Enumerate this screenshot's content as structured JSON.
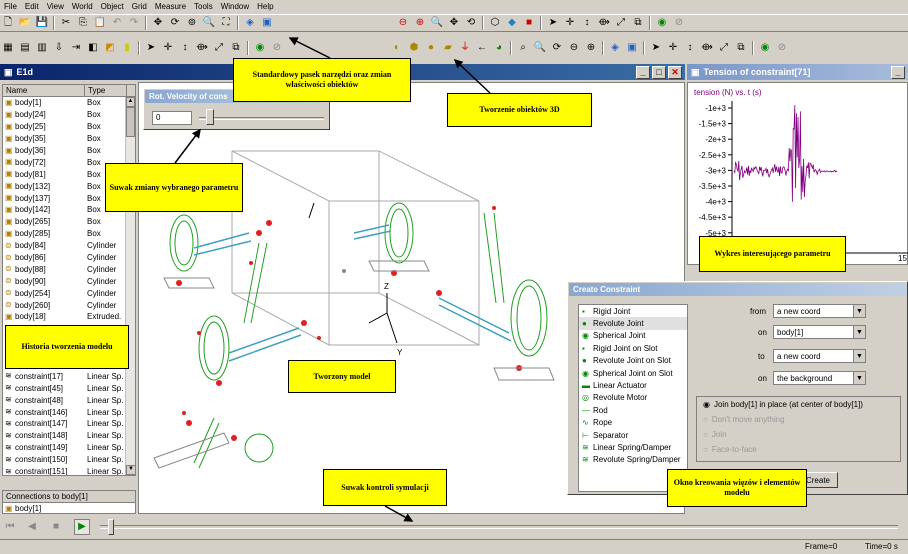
{
  "menu": [
    "File",
    "Edit",
    "View",
    "World",
    "Object",
    "Grid",
    "Measure",
    "Tools",
    "Window",
    "Help"
  ],
  "main_window": {
    "title": "E1d"
  },
  "list": {
    "headers": [
      "Name",
      "Type"
    ],
    "rows": [
      {
        "name": "body[1]",
        "type": "Box",
        "icon": "box"
      },
      {
        "name": "body[24]",
        "type": "Box",
        "icon": "box"
      },
      {
        "name": "body[25]",
        "type": "Box",
        "icon": "box"
      },
      {
        "name": "body[35]",
        "type": "Box",
        "icon": "box"
      },
      {
        "name": "body[36]",
        "type": "Box",
        "icon": "box"
      },
      {
        "name": "body[72]",
        "type": "Box",
        "icon": "box"
      },
      {
        "name": "body[81]",
        "type": "Box",
        "icon": "box"
      },
      {
        "name": "body[132]",
        "type": "Box",
        "icon": "box"
      },
      {
        "name": "body[137]",
        "type": "Box",
        "icon": "box"
      },
      {
        "name": "body[142]",
        "type": "Box",
        "icon": "box"
      },
      {
        "name": "body[265]",
        "type": "Box",
        "icon": "box"
      },
      {
        "name": "body[285]",
        "type": "Box",
        "icon": "box"
      },
      {
        "name": "body[84]",
        "type": "Cylinder",
        "icon": "cyl"
      },
      {
        "name": "body[86]",
        "type": "Cylinder",
        "icon": "cyl"
      },
      {
        "name": "body[88]",
        "type": "Cylinder",
        "icon": "cyl"
      },
      {
        "name": "body[90]",
        "type": "Cylinder",
        "icon": "cyl"
      },
      {
        "name": "body[254]",
        "type": "Cylinder",
        "icon": "cyl"
      },
      {
        "name": "body[260]",
        "type": "Cylinder",
        "icon": "cyl"
      },
      {
        "name": "body[18]",
        "type": "Extruded.",
        "icon": "box"
      },
      {
        "name": "",
        "type": "",
        "icon": "box"
      },
      {
        "name": "",
        "type": "",
        "icon": "box"
      },
      {
        "name": "",
        "type": "",
        "icon": "box"
      },
      {
        "name": "",
        "type": "",
        "icon": "box"
      },
      {
        "name": "constraint[17]",
        "type": "Linear Sp.",
        "icon": "spring"
      },
      {
        "name": "constraint[45]",
        "type": "Linear Sp.",
        "icon": "spring"
      },
      {
        "name": "constraint[48]",
        "type": "Linear Sp.",
        "icon": "spring"
      },
      {
        "name": "constraint[146]",
        "type": "Linear Sp.",
        "icon": "spring"
      },
      {
        "name": "constraint[147]",
        "type": "Linear Sp.",
        "icon": "spring"
      },
      {
        "name": "constraint[148]",
        "type": "Linear Sp.",
        "icon": "spring"
      },
      {
        "name": "constraint[149]",
        "type": "Linear Sp.",
        "icon": "spring"
      },
      {
        "name": "constraint[150]",
        "type": "Linear Sp.",
        "icon": "spring"
      },
      {
        "name": "constraint[151]",
        "type": "Linear Sp.",
        "icon": "spring"
      }
    ]
  },
  "connections": {
    "title": "Connections to body[1]",
    "first": "body[1]"
  },
  "slider_panel": {
    "title": "Rot. Velocity of cons",
    "value": "0"
  },
  "plot_window": {
    "title": "Tension of constraint[71]"
  },
  "chart_data": {
    "type": "line",
    "title": "Tension of constraint[71]",
    "ylabel": "tension (N) vs. t (s)",
    "xlabel": "",
    "y_ticks": [
      "-1e+3",
      "-1.5e+3",
      "-2e+3",
      "-2.5e+3",
      "-3e+3",
      "-3.5e+3",
      "-4e+3",
      "-4.5e+3",
      "-5e+3"
    ],
    "x_ticks": [
      "15"
    ],
    "series": [
      {
        "name": "",
        "color": "#800080"
      }
    ]
  },
  "create_constraint": {
    "title": "Create Constraint",
    "types": [
      "Rigid Joint",
      "Revolute Joint",
      "Spherical Joint",
      "Rigid Joint on Slot",
      "Revolute Joint on Slot",
      "Spherical Joint on Slot",
      "Linear Actuator",
      "Revolute Motor",
      "Rod",
      "Rope",
      "Separator",
      "Linear Spring/Damper",
      "Revolute Spring/Damper"
    ],
    "from_label": "from",
    "from_value": "a new coord",
    "on1_label": "on",
    "on1_value": "body[1]",
    "to_label": "to",
    "to_value": "a new coord",
    "on2_label": "on",
    "on2_value": "the background",
    "options": [
      "Join body[1] in place (at center of body[1])",
      "Don't move anything",
      "Join",
      "Face-to-face"
    ],
    "create_label": "Create"
  },
  "status": {
    "frame": "Frame=0",
    "time": "Time=0 s"
  },
  "callouts": {
    "toolbar": "Standardowy pasek narzędzi oraz zmian właściwości obiektów",
    "create3d": "Tworzenie obiektów 3D",
    "slider": "Suwak zmiany wybranego parametru",
    "plot": "Wykres interesującego parametru",
    "history": "Historia tworzenia modelu",
    "model": "Tworzony model",
    "sim_slider": "Suwak kontroli symulacji",
    "constraints": "Okno kreowania więzów i elementów modelu"
  }
}
